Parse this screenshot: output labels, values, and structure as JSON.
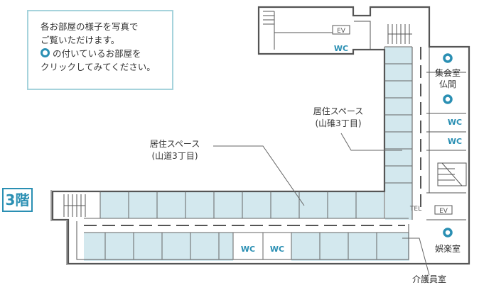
{
  "intro": {
    "line1": "各お部屋の様子を写真で",
    "line2": "ご覧いただけます。",
    "line3": "の付いているお部屋を",
    "line4": "クリックしてみてください。"
  },
  "floor_badge": "3階",
  "labels": {
    "residential_left": "居住スペース",
    "residential_left_sub": "(山道3丁目)",
    "residential_right": "居住スペース",
    "residential_right_sub": "(山碓3丁目)",
    "assembly_room_line1": "集会室",
    "assembly_room_line2": "仏間",
    "recreation_room": "娯楽室",
    "caregiver_room": "介護員室",
    "tel": "TEL",
    "ev_top": "EV",
    "ev_bottom": "EV",
    "wc_top": "WC",
    "wc_right_1": "WC",
    "wc_right_2": "WC",
    "wc_bottom_1": "WC",
    "wc_bottom_2": "WC"
  },
  "colors": {
    "accent": "#2a8fb3",
    "room_fill": "#d3e8ee",
    "wall": "#555555",
    "box_border": "#a6d3dc"
  }
}
